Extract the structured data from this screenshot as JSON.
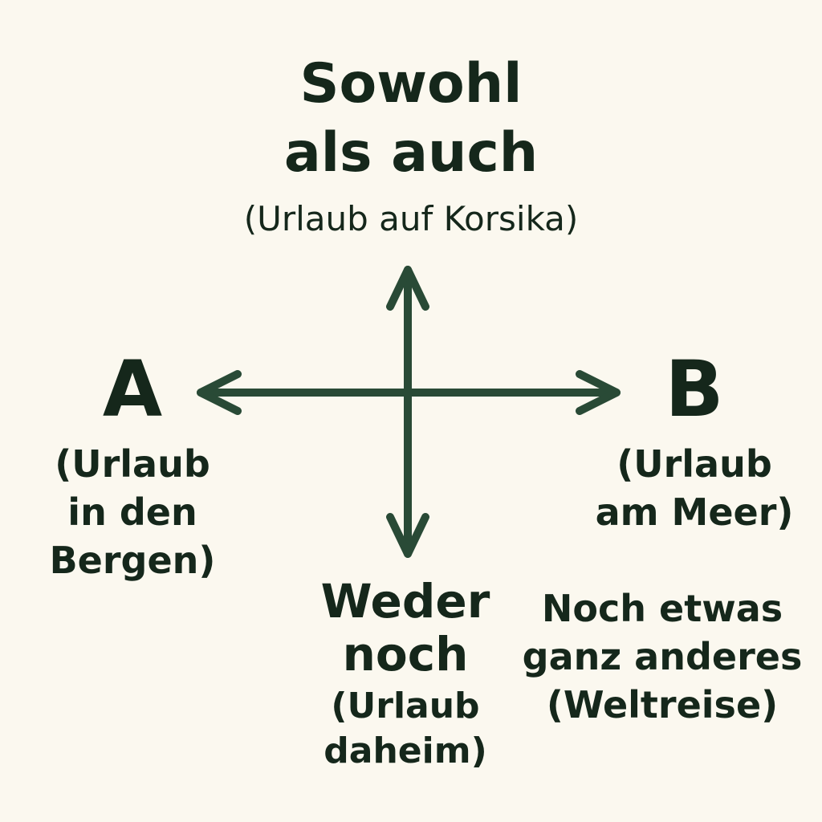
{
  "top": {
    "title_line1": "Sowohl",
    "title_line2": "als auch",
    "subtitle": "(Urlaub auf Korsika)"
  },
  "left": {
    "letter": "A",
    "line1": "(Urlaub",
    "line2": "in den",
    "line3": "Bergen)"
  },
  "right": {
    "letter": "B",
    "line1": "(Urlaub",
    "line2": "am Meer)"
  },
  "bottom": {
    "title_line1": "Weder",
    "title_line2": "noch",
    "line1": "(Urlaub",
    "line2": "daheim)"
  },
  "other": {
    "line1": "Noch etwas",
    "line2": "ganz anderes",
    "line3": "(Weltreise)"
  },
  "colors": {
    "background": "#fbf8ef",
    "arrow": "#294a36",
    "text": "#15271b"
  }
}
